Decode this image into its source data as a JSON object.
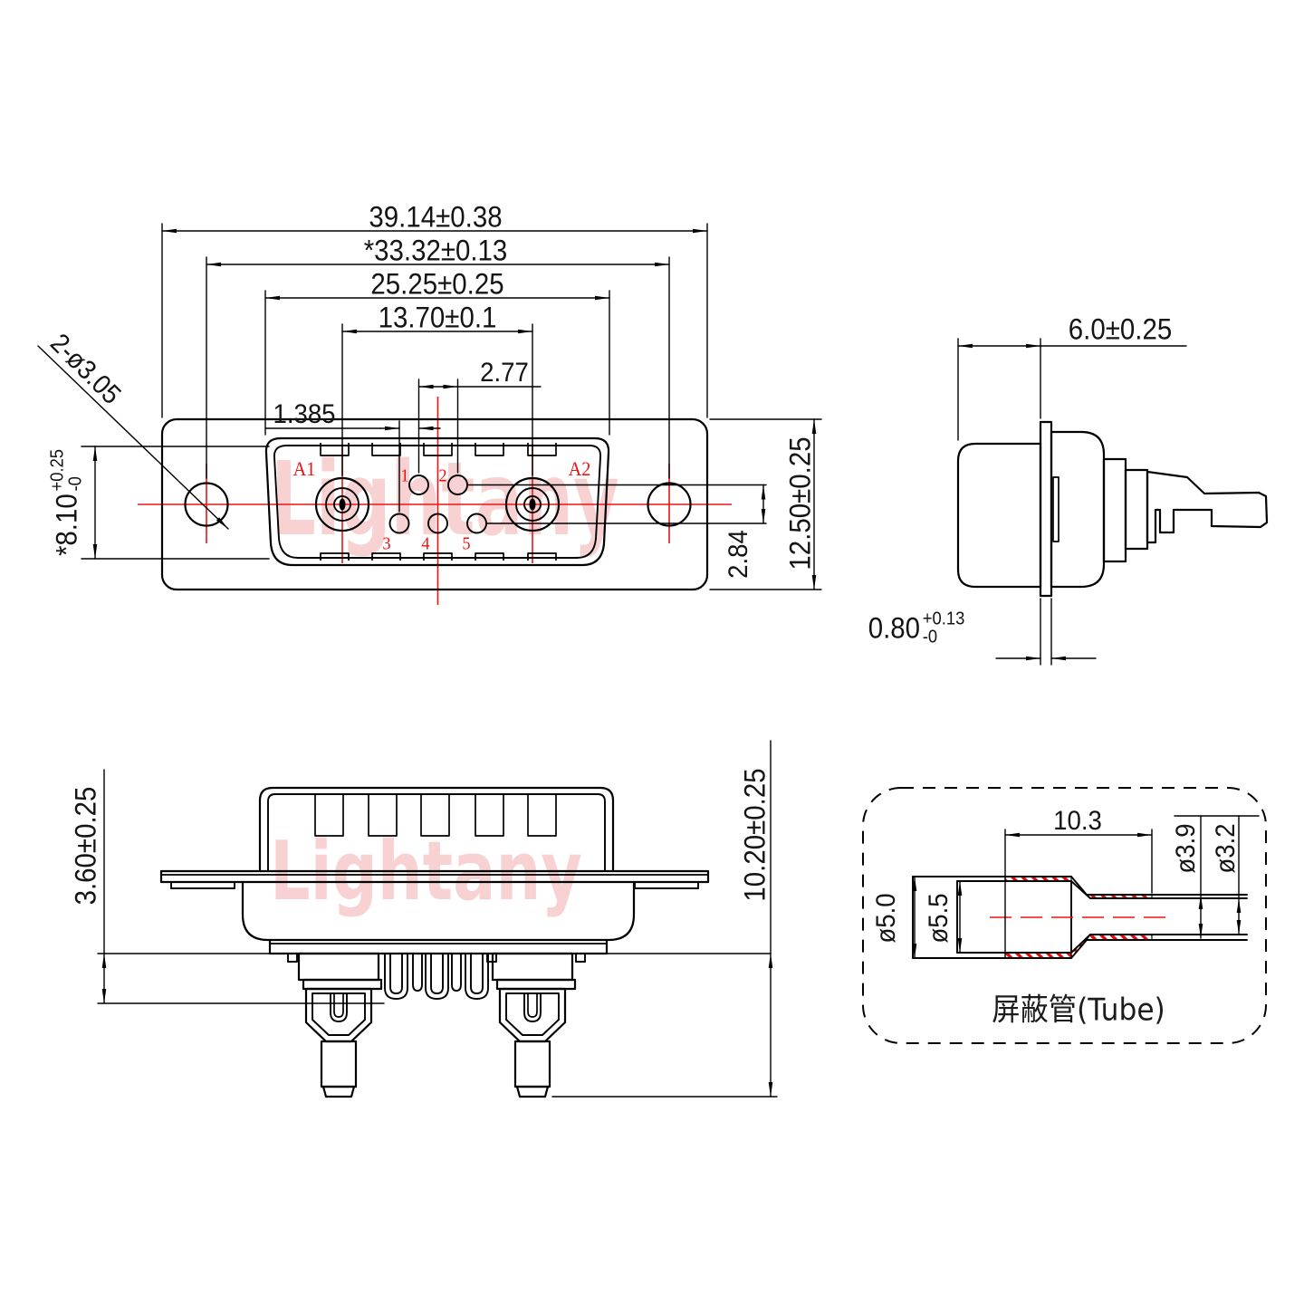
{
  "watermark": {
    "text": "Lightany"
  },
  "front_view": {
    "dims": {
      "overall_width": "39.14±0.38",
      "mount_hole_span": "*33.32±0.13",
      "shell_width": "25.25±0.25",
      "coax_span": "13.70±0.1",
      "pin_pitch": "2.77",
      "row_offset": "1.385",
      "mount_holes": "2-ø3.05",
      "opening_height": "*8.10",
      "opening_height_tol_plus": "+0.25",
      "opening_height_tol_minus": "-0",
      "flange_height": "12.50±0.25",
      "row_drop": "2.84"
    },
    "labels": {
      "a1": "A1",
      "a2": "A2",
      "p1": "1",
      "p2": "2",
      "p3": "3",
      "p4": "4",
      "p5": "5"
    }
  },
  "side_view": {
    "dims": {
      "mount_depth": "6.0±0.25",
      "flange_thickness": "0.80",
      "flange_thickness_tol_plus": "+0.13",
      "flange_thickness_tol_minus": "-0"
    }
  },
  "rear_view": {
    "dims": {
      "shoulder_height": "3.60±0.25",
      "overall_height": "10.20±0.25"
    }
  },
  "tube_detail": {
    "dims": {
      "length": "10.3",
      "od_tip": "ø3.9",
      "id_tip": "ø3.2",
      "od_body": "ø5.0",
      "id_body": "ø5.5"
    },
    "label": "屏蔽管(Tube)"
  },
  "colors": {
    "line": "#000000",
    "accent_red": "#f01212",
    "watermark_pink": "#f8d2d2"
  }
}
